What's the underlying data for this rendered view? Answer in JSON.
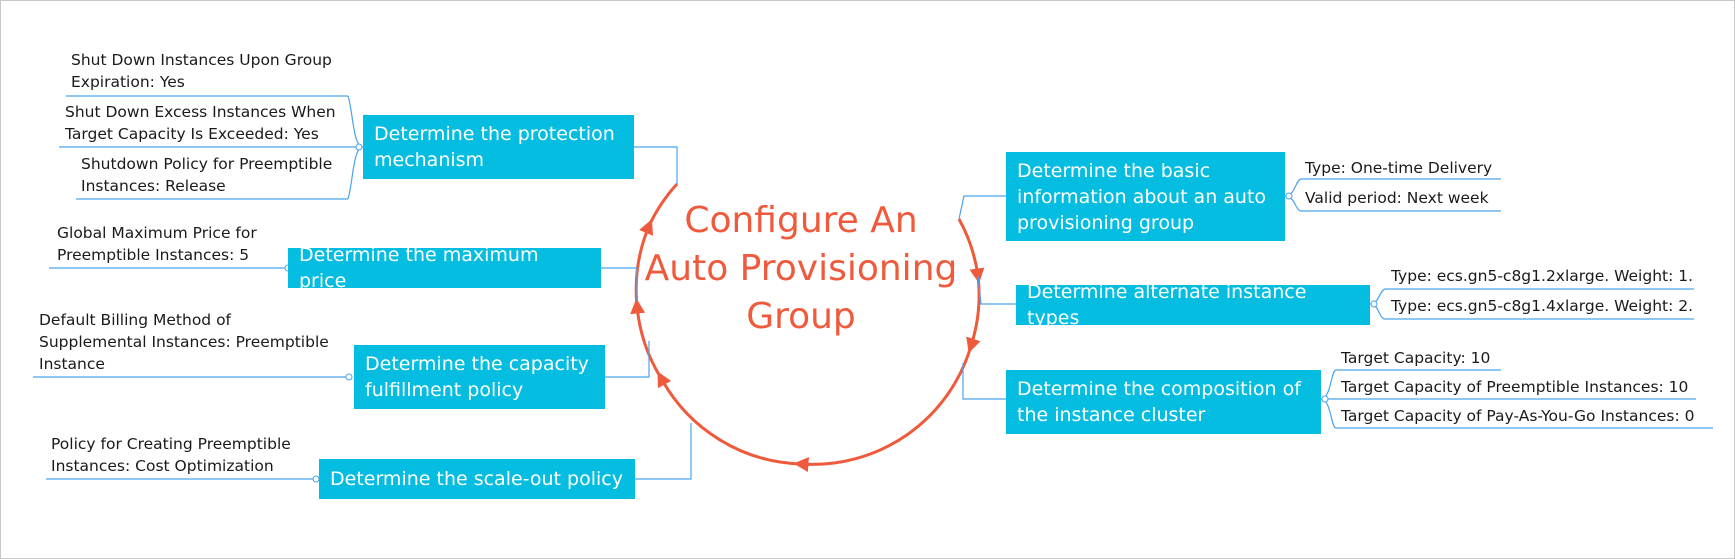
{
  "title": "Configure An\nAuto\nProvisioning\nGroup",
  "colors": {
    "accent": "#ef5a3c",
    "node": "#05bde0",
    "link": "#4aa3ee"
  },
  "left_branches": [
    {
      "label": "Determine the protection mechanism",
      "details": [
        "Shut Down Instances Upon Group Expiration: Yes",
        "Shut Down Excess Instances When Target Capacity Is Exceeded: Yes",
        "Shutdown Policy for Preemptible Instances: Release"
      ]
    },
    {
      "label": "Determine the maximum price",
      "details": [
        "Global Maximum Price for Preemptible Instances: 5"
      ]
    },
    {
      "label": "Determine the capacity fulfillment policy",
      "details": [
        "Default Billing Method of Supplemental Instances: Preemptible Instance"
      ]
    },
    {
      "label": "Determine the scale-out policy",
      "details": [
        "Policy for Creating Preemptible Instances: Cost Optimization"
      ]
    }
  ],
  "right_branches": [
    {
      "label": "Determine the basic information about an auto provisioning group",
      "details": [
        "Type: One-time Delivery",
        "Valid period: Next week"
      ]
    },
    {
      "label": "Determine alternate instance types",
      "details": [
        "Type: ecs.gn5-c8g1.2xlarge. Weight: 1.",
        "Type: ecs.gn5-c8g1.4xlarge. Weight: 2."
      ]
    },
    {
      "label": "Determine the composition of the instance cluster",
      "details": [
        "Target Capacity: 10",
        "Target Capacity of Preemptible Instances: 10",
        "Target Capacity of Pay-As-You-Go Instances: 0"
      ]
    }
  ]
}
